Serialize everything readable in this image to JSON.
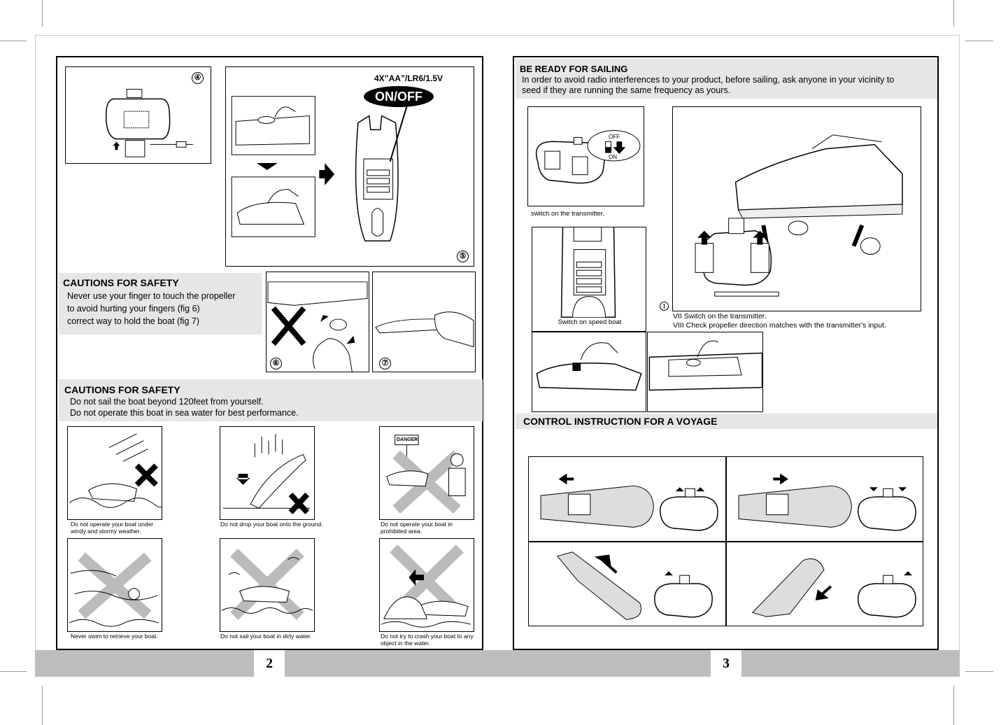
{
  "left_page": {
    "page_number": "2",
    "fig4_label": "④",
    "fig5_label": "⑤",
    "battery_spec": "4X”AA”/LR6/1.5V",
    "onoff_label": "ON/OFF",
    "caution1": {
      "heading": "CAUTIONS FOR SAFETY",
      "lines": [
        "Never use your finger to touch the propeller",
        "to avoid hurting your fingers (fig 6)",
        "correct way to hold the boat (fig 7)"
      ],
      "fig6_label": "⑥",
      "fig7_label": "⑦"
    },
    "caution2": {
      "heading": "CAUTIONS FOR SAFETY",
      "lines": [
        "Do not sail the boat beyond 120feet from yourself.",
        "Do not operate this boat in sea water for best performance."
      ]
    },
    "warnings": [
      {
        "caption": [
          "Do not operate your boat under",
          "windy and stormy weather."
        ]
      },
      {
        "caption": [
          "Do not drop your boat onto the ground."
        ]
      },
      {
        "caption": [
          "Do not operate your boat in",
          "prohibited area."
        ],
        "sign": "DANGER"
      },
      {
        "caption": [
          "Never swim to retrieve your boat."
        ]
      },
      {
        "caption": [
          "Do not sail your boat in dirty water."
        ]
      },
      {
        "caption": [
          "Do not try to crash your boat to any",
          "object in the water."
        ]
      }
    ]
  },
  "right_page": {
    "page_number": "3",
    "ready": {
      "heading": "BE READY FOR SAILING",
      "lines": [
        "In order to avoid radio interferences to your product, before sailing, ask anyone in your vicinity to",
        "seed if they are running the same frequency as yours."
      ]
    },
    "switch_off_label": "OFF",
    "switch_on_label": "ON",
    "switch_transmitter_caption": "switch on the transmitter.",
    "switch_boat_caption": "Switch on speed boat",
    "roman_one": "I",
    "steps": [
      "VII Switch on the transmitter.",
      "VIII Check propeller direction matches with the transmitter's input."
    ],
    "control_heading": "CONTROL INSTRUCTION FOR A VOYAGE"
  }
}
